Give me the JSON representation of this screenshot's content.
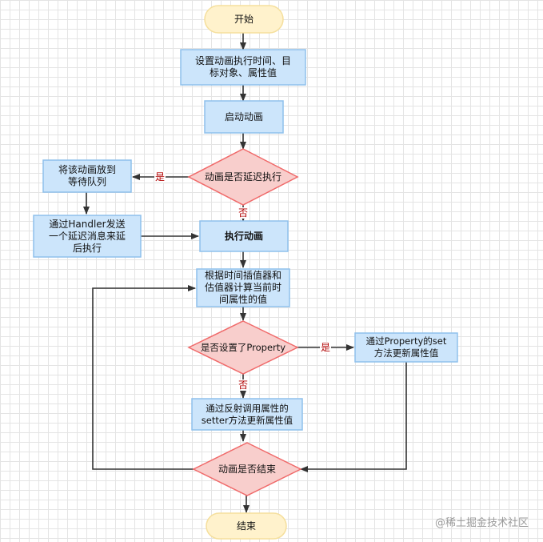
{
  "nodes": {
    "start": "开始",
    "set_params": "设置动画执行时间、目\n标对象、属性值",
    "start_anim": "启动动画",
    "is_delayed": "动画是否延迟执行",
    "queue": "将该动画放到\n等待队列",
    "handler": "通过Handler发送\n一个延迟消息来延\n后执行",
    "execute": "执行动画",
    "compute": "根据时间插值器和\n估值器计算当前时\n间属性的值",
    "has_property": "是否设置了Property",
    "property_set": "通过Property的set\n方法更新属性值",
    "reflect_set": "通过反射调用属性的\nsetter方法更新属性值",
    "is_ended": "动画是否结束",
    "end": "结束"
  },
  "labels": {
    "yes": "是",
    "no": "否"
  },
  "watermark": "@稀土掘金技术社区",
  "colors": {
    "terminal_fill": "#fff2cc",
    "terminal_stroke": "#f5df9c",
    "process_fill": "#cce5fb",
    "process_stroke": "#8fc0ec",
    "decision_fill": "#f8cecc",
    "decision_stroke": "#f06a6a",
    "arrow": "#333333",
    "label": "#b00000"
  }
}
